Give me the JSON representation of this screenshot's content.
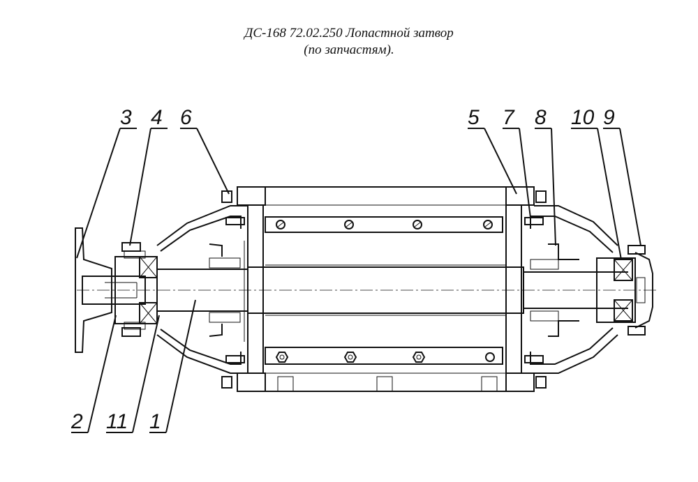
{
  "title": {
    "line1": "ДС-168 72.02.250 Лопастной затвор",
    "line2": "(по запчастям)."
  },
  "callouts": [
    "1",
    "2",
    "3",
    "4",
    "5",
    "6",
    "7",
    "8",
    "9",
    "10",
    "11"
  ]
}
